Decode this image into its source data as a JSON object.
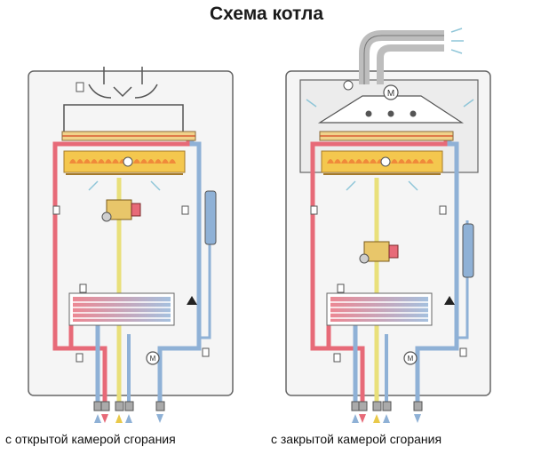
{
  "title": "Схема котла",
  "captions": {
    "open_chamber": "с открытой камерой сгорания",
    "closed_chamber": "с закрытой камерой сгорания"
  },
  "colors": {
    "hot_pipe": "#e76a78",
    "cold_pipe": "#8fb1d6",
    "gas_pipe": "#e9e07a",
    "heat_exchanger": "#f4c74e",
    "casing": "#f5f5f5",
    "outline": "#555555"
  }
}
